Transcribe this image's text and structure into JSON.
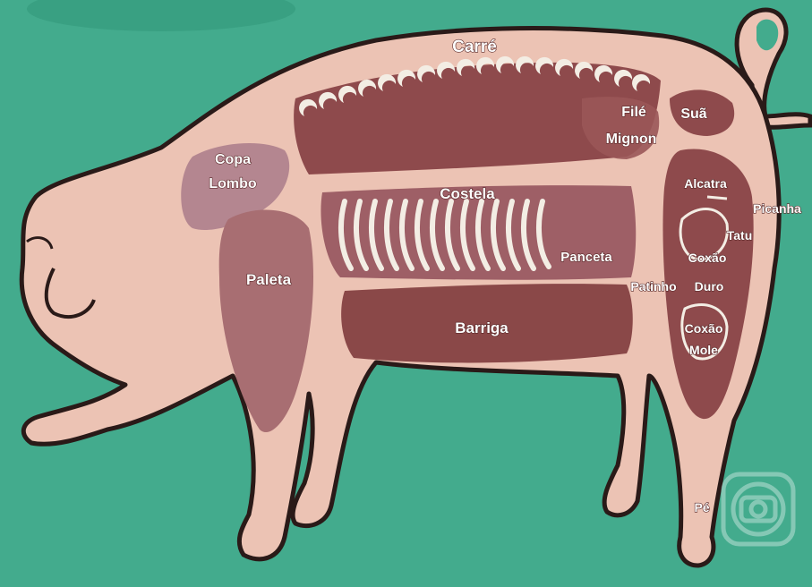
{
  "diagram": {
    "colors": {
      "background": "#3fa88a",
      "body": "#ecc3b4",
      "outline": "#2a1a18",
      "cut_dark": "#8a4848",
      "cut_medium": "#a86e72",
      "cut_light": "#b88890",
      "label_fill": "#ffffff"
    },
    "cuts": {
      "carre": "Carré",
      "file_mignon_1": "Filé",
      "file_mignon_2": "Mignon",
      "sua": "Suã",
      "copa_lombo_1": "Copa",
      "copa_lombo_2": "Lombo",
      "costela": "Costela",
      "paleta": "Paleta",
      "panceta": "Panceta",
      "barriga": "Barriga",
      "alcatra": "Alcatra",
      "picanha": "Picanha",
      "tatu": "Tatu",
      "coxao_duro_1": "Coxão",
      "coxao_duro_2": "Duro",
      "patinho": "Patinho",
      "coxao_mole_1": "Coxão",
      "coxao_mole_2": "Mole",
      "pe": "Pé"
    },
    "watermark_icon": "globo-logo-icon"
  }
}
